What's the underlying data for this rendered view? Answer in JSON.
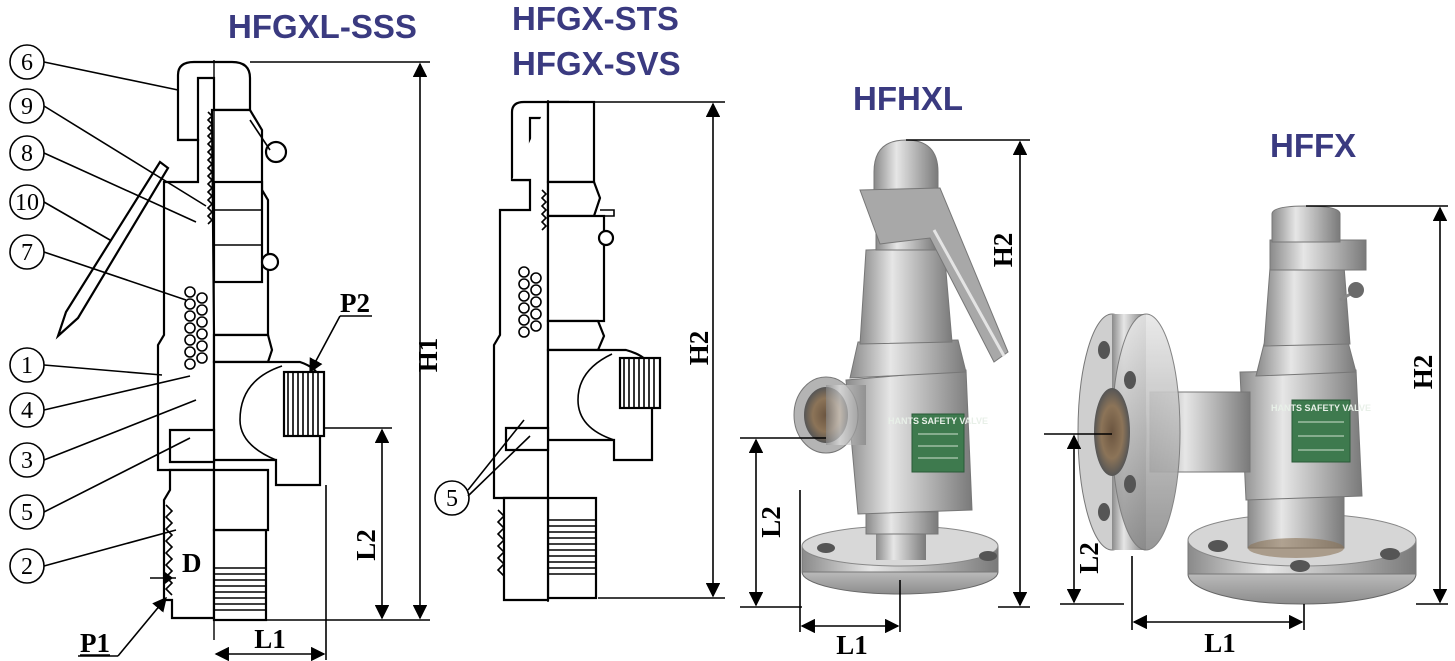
{
  "models": {
    "hfgxl_sss": "HFGXL-SSS",
    "hfgx_sts": "HFGX-STS",
    "hfgx_svs": "HFGX-SVS",
    "hfhxl": "HFHXL",
    "hffx": "HFFX"
  },
  "dimensions": {
    "h1": "H1",
    "h2": "H2",
    "l1": "L1",
    "l2": "L2",
    "d": "D",
    "p1": "P1",
    "p2": "P2"
  },
  "callouts": [
    "6",
    "9",
    "8",
    "10",
    "7",
    "1",
    "4",
    "3",
    "5",
    "2"
  ],
  "callout_b": "5",
  "nameplate": {
    "line1": "HANTS SAFETY VALVE"
  },
  "colors": {
    "title": "#3a3a80",
    "steel": "#c8c8c8",
    "nameplate": "#3e7a4e"
  }
}
